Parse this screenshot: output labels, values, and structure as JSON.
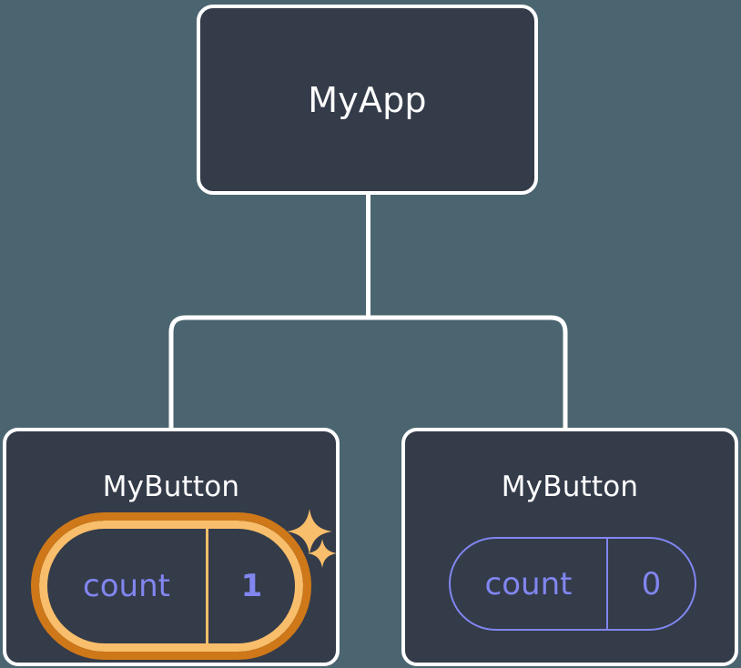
{
  "diagram": {
    "type": "component-tree",
    "background_color": "#4b6570",
    "node_fill_color": "#343b49",
    "node_border_color": "#ffffff",
    "connector_color": "#ffffff",
    "accent_highlight_color": "#f9be6b",
    "accent_highlight_outer_color": "#ce7819",
    "state_text_color": "#8186f0"
  },
  "root": {
    "title": "MyApp"
  },
  "children": [
    {
      "title": "MyButton",
      "highlighted": true,
      "state": {
        "key": "count",
        "value": "1"
      },
      "sparkles": [
        {
          "name": "sparkle-big"
        },
        {
          "name": "sparkle-small"
        }
      ]
    },
    {
      "title": "MyButton",
      "highlighted": false,
      "state": {
        "key": "count",
        "value": "0"
      }
    }
  ]
}
